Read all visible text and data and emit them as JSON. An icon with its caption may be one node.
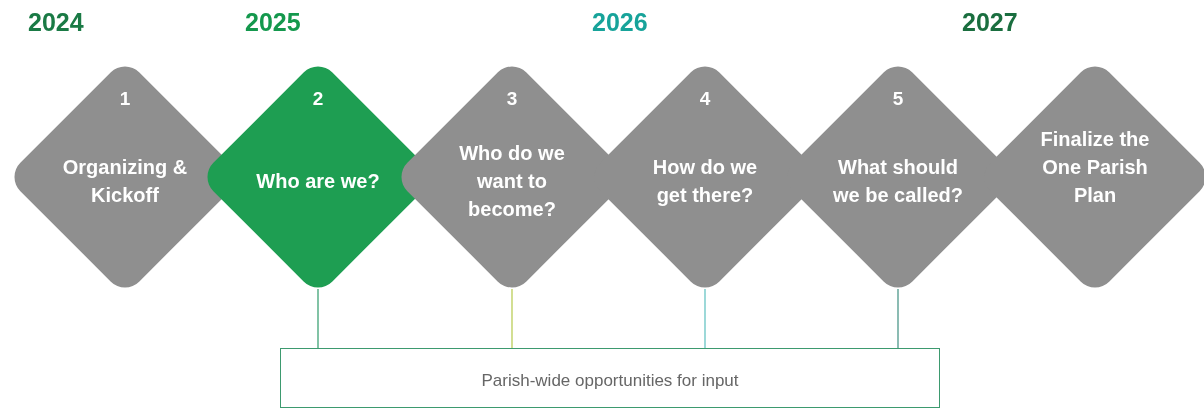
{
  "diagram": {
    "nodes": [
      {
        "text": [
          "1",
          "Organizing & Kickoff"
        ]
      },
      {
        "text": [
          "2",
          "Who are we?"
        ]
      },
      {
        "text": [
          "3",
          "Who do we want to become?"
        ]
      },
      {
        "text": [
          "4",
          "How do we get there?"
        ]
      },
      {
        "text": [
          "5",
          "What should we be called?"
        ]
      },
      {
        "text": [
          "Finalize the One Parish Plan"
        ]
      },
      {
        "text": [
          "Parish-wide opportunities for input"
        ]
      }
    ],
    "edges": [
      {
        "from": 1,
        "to": 6,
        "arrow": "none",
        "color": "#2e9b6a"
      },
      {
        "from": 2,
        "to": 6,
        "arrow": "none",
        "color": "#b5c94a"
      },
      {
        "from": 3,
        "to": 6,
        "arrow": "none",
        "color": "#5bbfbf"
      },
      {
        "from": 4,
        "to": 6,
        "arrow": "none",
        "color": "#3f8f80"
      }
    ],
    "labels": [
      "2024",
      "2025",
      "2026",
      "2027"
    ]
  }
}
